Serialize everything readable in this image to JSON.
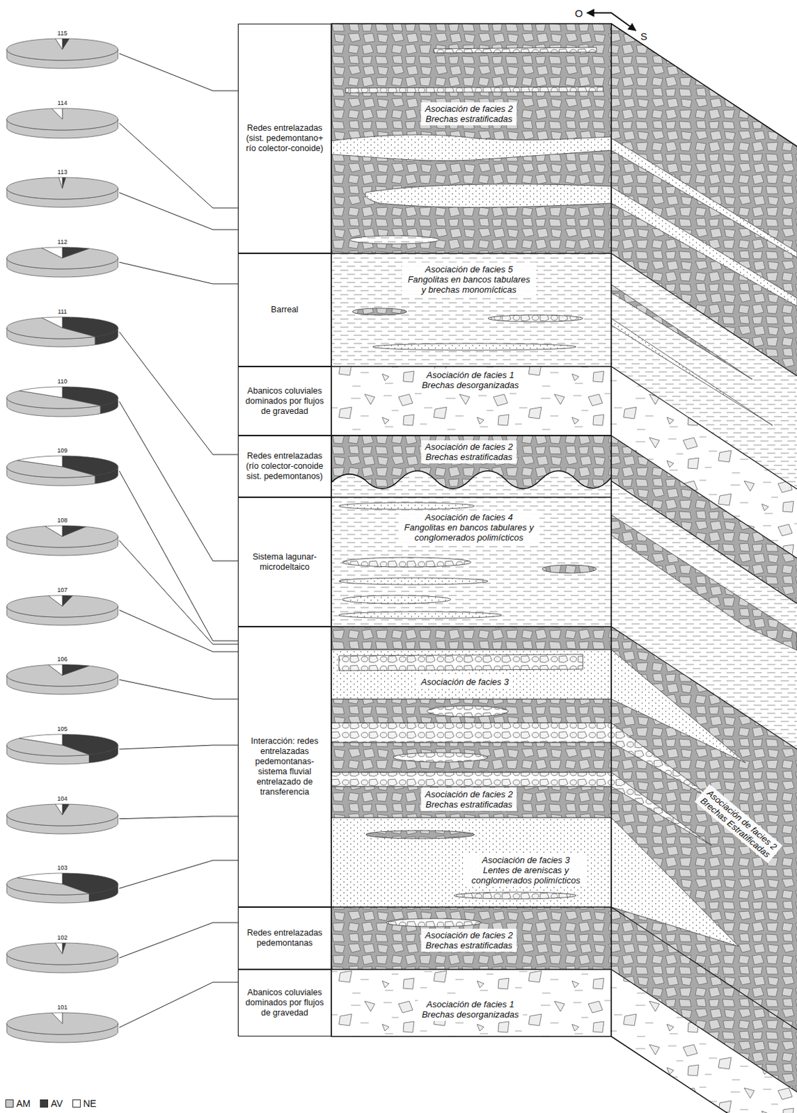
{
  "diagram": {
    "nodes": [
      {
        "text": [
          "Redes entrelazadas (sist. pedemontano+ río colector-conoide)"
        ]
      },
      {
        "text": [
          "Barreal"
        ]
      },
      {
        "text": [
          "Abanicos coluviales dominados por flujos de gravedad"
        ]
      },
      {
        "text": [
          "Redes entrelazadas (río colector-conoide sist. pedemontanos)"
        ]
      },
      {
        "text": [
          "Sistema lagunar-microdeltaico"
        ]
      },
      {
        "text": [
          "Interacción: redes entrelazadas pedemontanas- sistema fluvial entrelazado de transferencia"
        ]
      },
      {
        "text": [
          "Redes entrelazadas pedemontanas"
        ]
      },
      {
        "text": [
          "Abanicos coluviales dominados por flujos de gravedad"
        ]
      },
      {
        "text": [
          "115"
        ]
      },
      {
        "text": [
          "114"
        ]
      },
      {
        "text": [
          "113"
        ]
      },
      {
        "text": [
          "112"
        ]
      },
      {
        "text": [
          "111"
        ]
      },
      {
        "text": [
          "110"
        ]
      },
      {
        "text": [
          "109"
        ]
      },
      {
        "text": [
          "108"
        ]
      },
      {
        "text": [
          "107"
        ]
      },
      {
        "text": [
          "106"
        ]
      },
      {
        "text": [
          "105"
        ]
      },
      {
        "text": [
          "104"
        ]
      },
      {
        "text": [
          "103"
        ]
      },
      {
        "text": [
          "102"
        ]
      },
      {
        "text": [
          "101"
        ]
      }
    ],
    "edges": [
      {
        "from": 8,
        "to": 0,
        "arrow": "none"
      },
      {
        "from": 9,
        "to": 0,
        "arrow": "none"
      },
      {
        "from": 10,
        "to": 0,
        "arrow": "none"
      },
      {
        "from": 11,
        "to": 1,
        "arrow": "none"
      },
      {
        "from": 12,
        "to": 3,
        "arrow": "none"
      },
      {
        "from": 13,
        "to": 4,
        "arrow": "none"
      },
      {
        "from": 14,
        "to": 5,
        "arrow": "none"
      },
      {
        "from": 15,
        "to": 5,
        "arrow": "none"
      },
      {
        "from": 16,
        "to": 5,
        "arrow": "none"
      },
      {
        "from": 17,
        "to": 5,
        "arrow": "none"
      },
      {
        "from": 18,
        "to": 5,
        "arrow": "none"
      },
      {
        "from": 19,
        "to": 5,
        "arrow": "none"
      },
      {
        "from": 20,
        "to": 5,
        "arrow": "none"
      },
      {
        "from": 21,
        "to": 6,
        "arrow": "none"
      },
      {
        "from": 22,
        "to": 7,
        "arrow": "none"
      }
    ],
    "labels": [
      "O",
      "S",
      "Asociación de facies 2",
      "Brechas estratificadas",
      "Asociación de facies 5",
      "Fangolitas en bancos tabulares y brechas monomícticas",
      "Asociación de facies 1",
      "Brechas desorganizadas",
      "Asociación de facies 2",
      "Brechas estratificadas",
      "Asociación de facies 4",
      "Fangolitas en bancos tabulares y conglomerados polimícticos",
      "Asociación de facies 3",
      "Asociación de facies 2",
      "Brechas estratificadas",
      "Asociación de facies 3",
      "Lentes de areniscas y conglomerados polimícticos",
      "Asociación de facies 2",
      "Brechas estratificadas",
      "Asociación de facies 1",
      "Brechas desorganizadas",
      "Asociación de facies 2",
      "Brechas Estratificadas"
    ],
    "legend": [
      {
        "text": "AM",
        "color": "#c8c8c8"
      },
      {
        "text": "AV",
        "color": "#3a3a3a"
      },
      {
        "text": "NE",
        "color": "#ffffff"
      }
    ]
  }
}
